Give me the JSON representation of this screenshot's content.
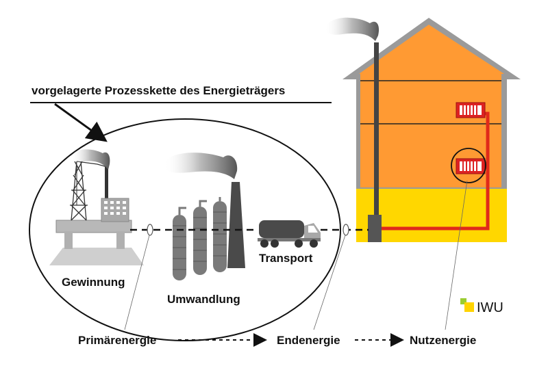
{
  "heading": "vorgelagerte Prozesskette des Energieträgers",
  "labels": {
    "gewinnung": "Gewinnung",
    "umwandlung": "Umwandlung",
    "transport": "Transport",
    "primaerenergie": "Primärenergie",
    "endenergie": "Endenergie",
    "nutzenergie": "Nutzenergie"
  },
  "logo": {
    "text": "IWU",
    "colors": [
      "#9acd32",
      "#ffd400"
    ]
  },
  "colors": {
    "house_upper": "#ff9a33",
    "house_lower": "#ffd700",
    "roof_frame": "#9a9a9a",
    "pipe": "#e02a1a",
    "smoke": "#7a7a7a",
    "industry_dark": "#4a4a4a",
    "industry_light": "#a8a8a8"
  }
}
